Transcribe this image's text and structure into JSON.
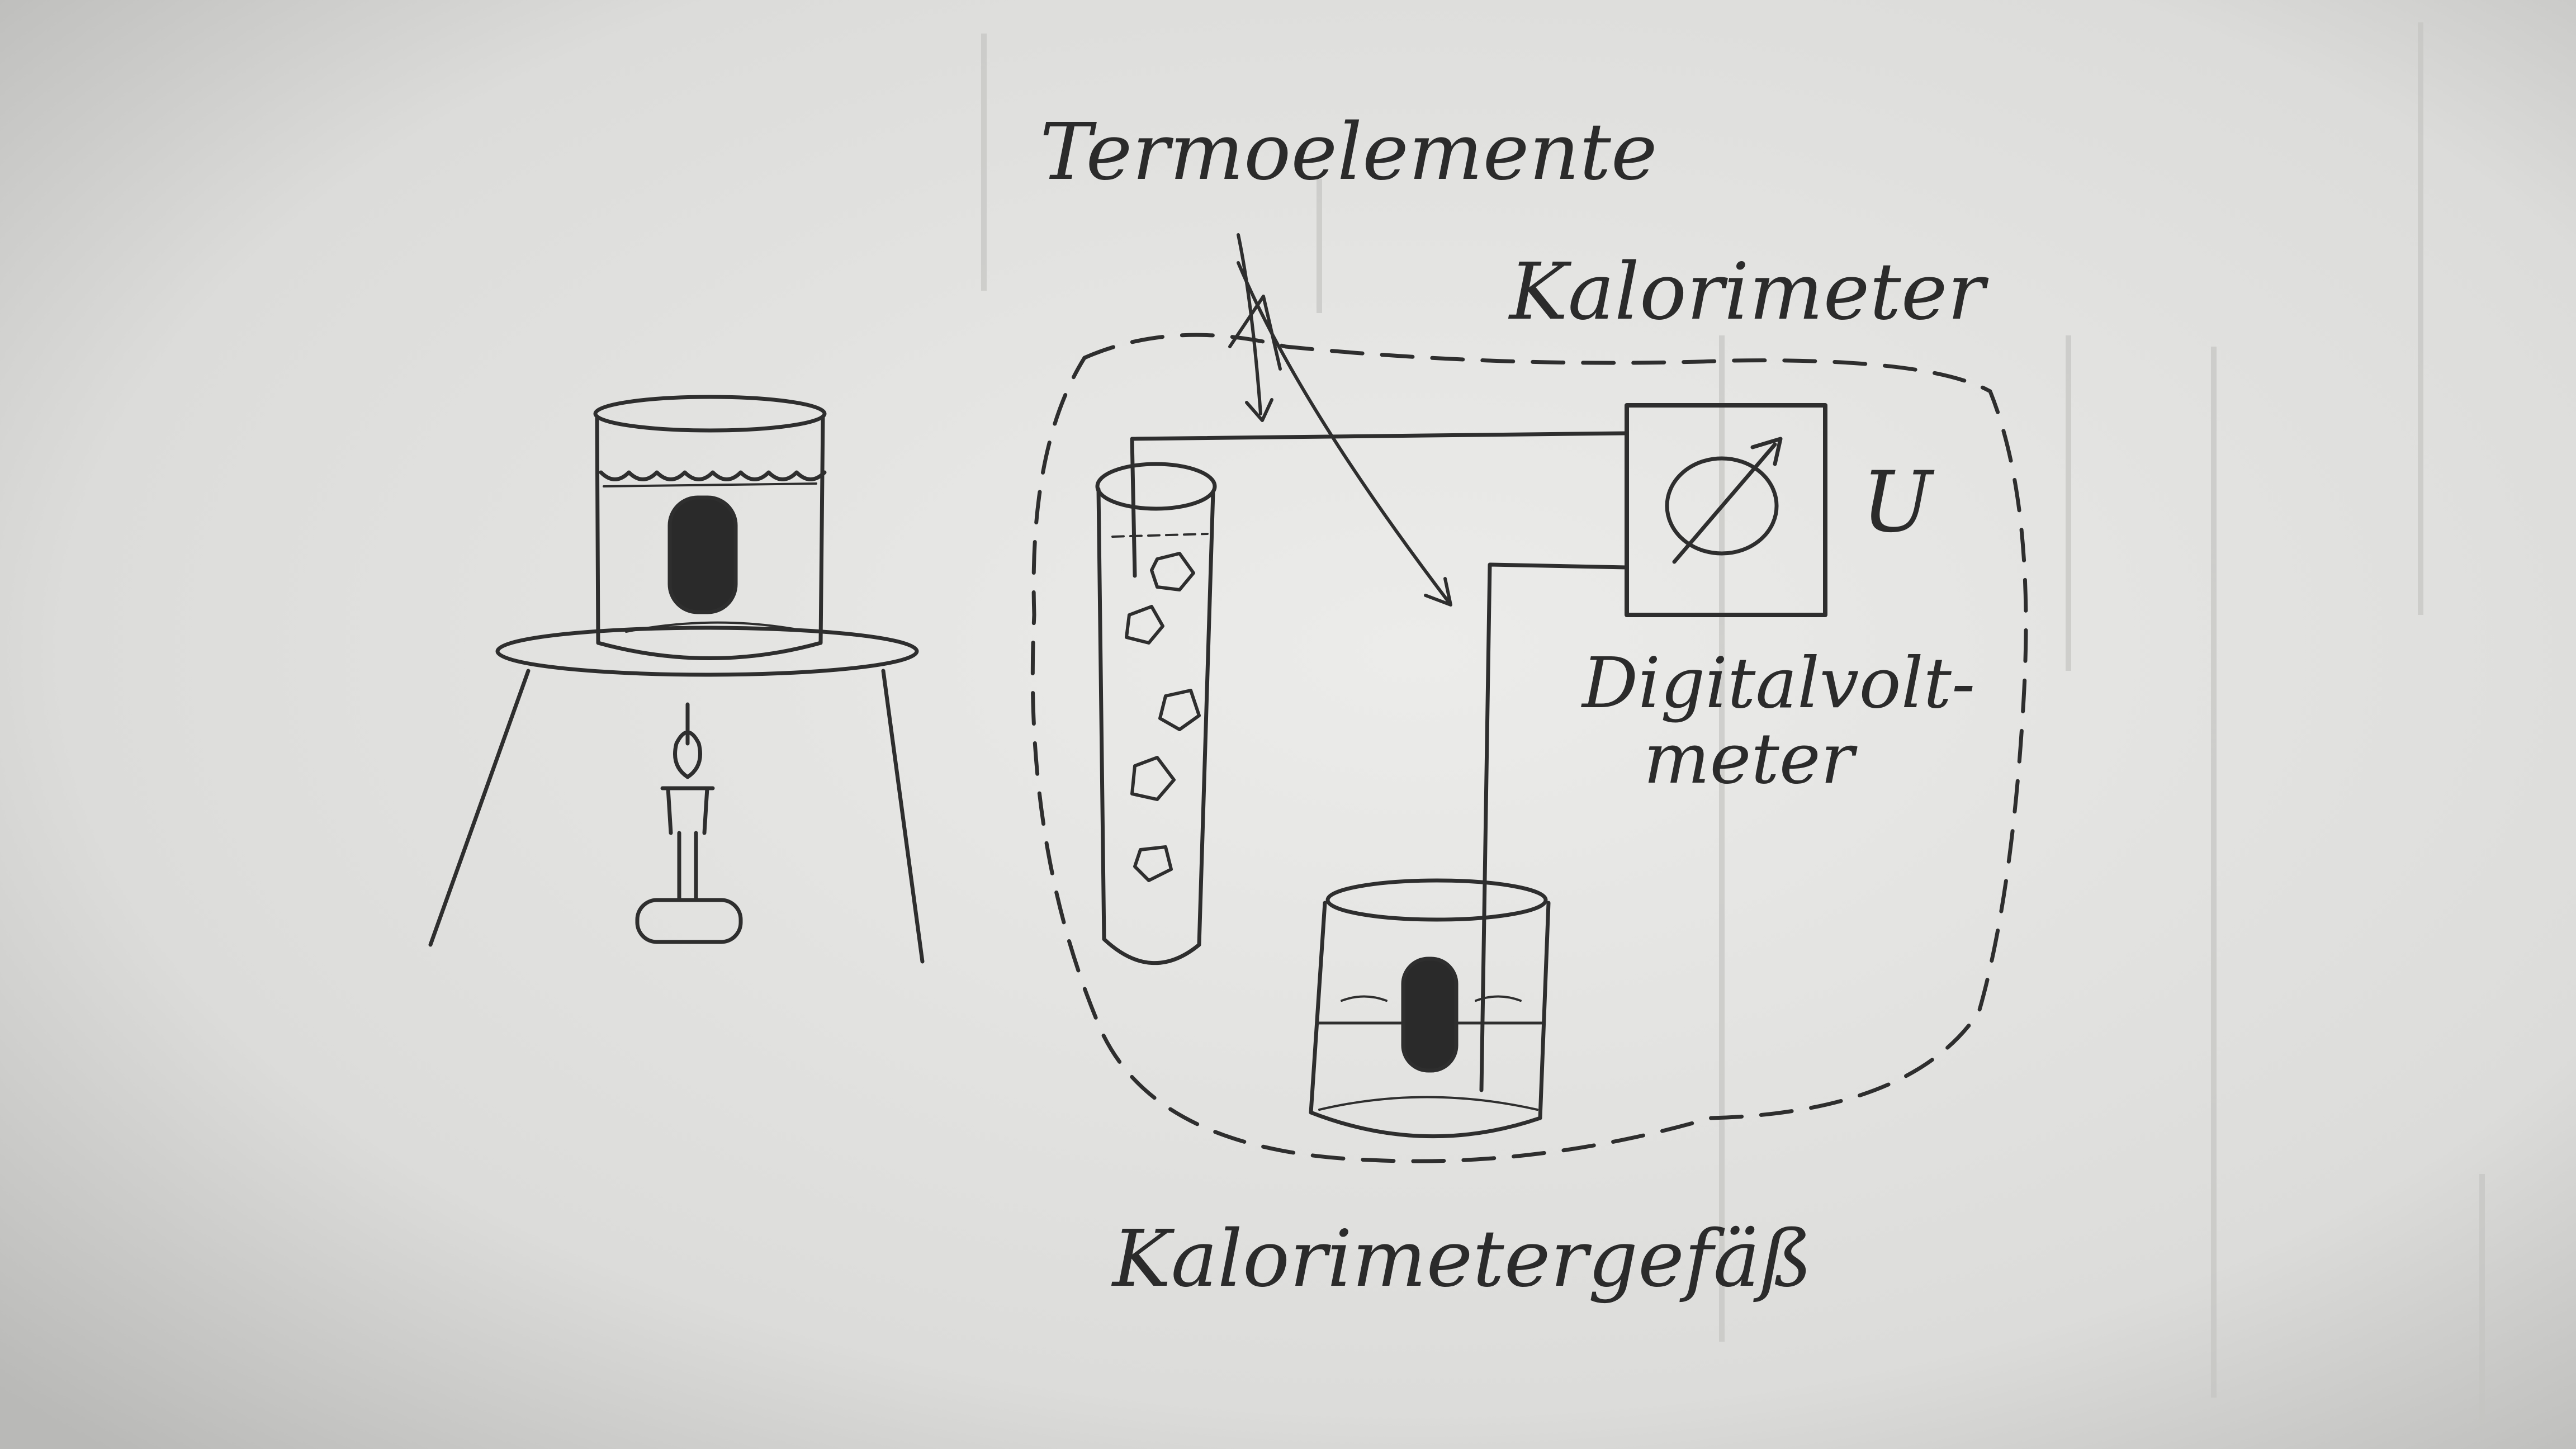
{
  "labels": {
    "thermocouples": "Termoelemente",
    "calorimeter": "Kalorimeter",
    "voltage": "U",
    "voltmeter_line1": "Digitalvolt-",
    "voltmeter_line2": "meter",
    "calorimeter_vessel": "Kalorimetergefäß"
  },
  "colors": {
    "paper": "#e6e6e4",
    "pencil": "#2e2e2e",
    "shadow": "#bdbdbb"
  },
  "icons": {
    "voltmeter": "voltmeter-dial-icon"
  }
}
